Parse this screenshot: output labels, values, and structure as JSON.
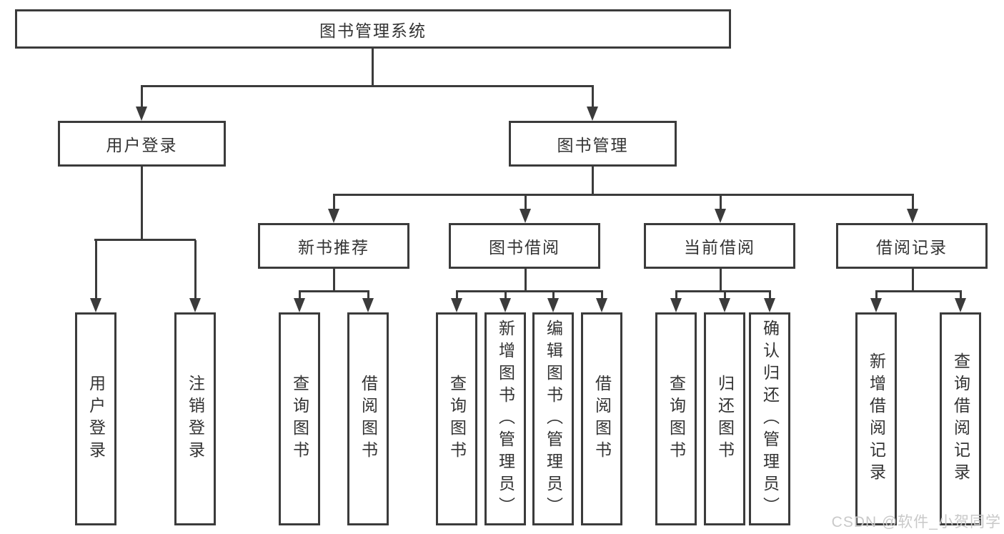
{
  "tree": {
    "label": "图书管理系统",
    "children": [
      {
        "label": "用户登录",
        "children": [
          {
            "label": "用户登录"
          },
          {
            "label": "注销登录"
          }
        ]
      },
      {
        "label": "图书管理",
        "children": [
          {
            "label": "新书推荐",
            "children": [
              {
                "label": "查询图书"
              },
              {
                "label": "借阅图书"
              }
            ]
          },
          {
            "label": "图书借阅",
            "children": [
              {
                "label": "查询图书"
              },
              {
                "label": "新增图书（管理员）"
              },
              {
                "label": "编辑图书（管理员）"
              },
              {
                "label": "借阅图书"
              }
            ]
          },
          {
            "label": "当前借阅",
            "children": [
              {
                "label": "查询图书"
              },
              {
                "label": "归还图书"
              },
              {
                "label": "确认归还（管理员）"
              }
            ]
          },
          {
            "label": "借阅记录",
            "children": [
              {
                "label": "新增借阅记录"
              },
              {
                "label": "查询借阅记录"
              }
            ]
          }
        ]
      }
    ]
  },
  "watermark": {
    "text": "CSDN @软件_小贺同学"
  },
  "colors": {
    "line": "#3b3b3b",
    "text": "#333333",
    "watermark": "#c9c9c9",
    "background": "#ffffff"
  }
}
